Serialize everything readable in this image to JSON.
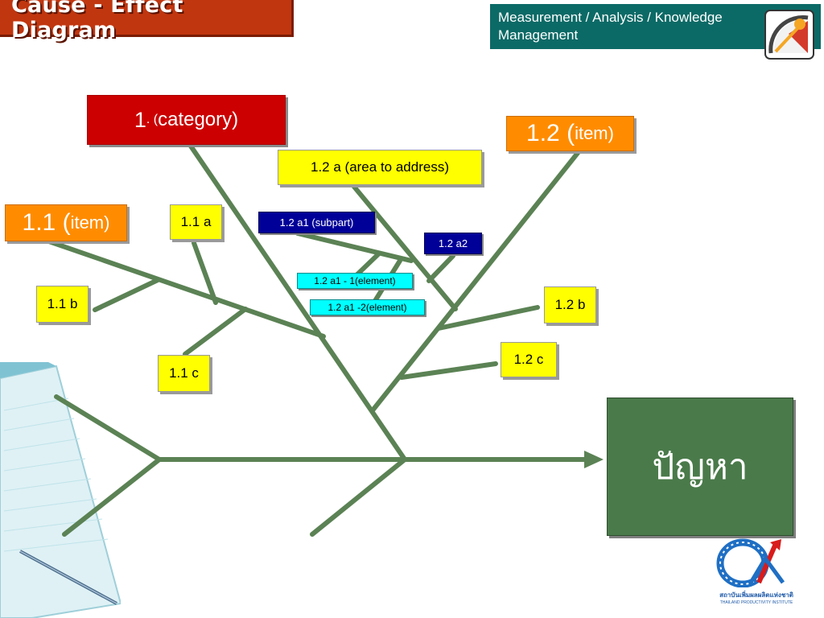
{
  "header": {
    "title": "Cause - Effect  Diagram",
    "subtitle": "Measurement / Analysis / Knowledge Management"
  },
  "problem": {
    "label": "ปัญหา"
  },
  "category": {
    "number": "1",
    "suffix": ". (",
    "label": "category)"
  },
  "items": {
    "item_1_1": {
      "number": "1.1 (",
      "label": "item)"
    },
    "item_1_2": {
      "number": "1.2 (",
      "label": "item)"
    }
  },
  "areas": {
    "a_1_1_a": "1.1 a",
    "a_1_1_b": "1.1 b",
    "a_1_1_c": "1.1 c",
    "a_1_2_a": "1.2 a  (area to address)",
    "a_1_2_b": "1.2 b",
    "a_1_2_c": "1.2 c"
  },
  "subparts": {
    "a1": "1.2 a1   (subpart)",
    "a2": "1.2 a2"
  },
  "elements": {
    "e1": "1.2 a1 - 1(element)",
    "e2": "1.2 a1 -2(element)"
  },
  "logo": {
    "text_th": "สถาบันเพิ่มผลผลิตแห่งชาติ",
    "text_en": "THAILAND PRODUCTIVITY INSTITUTE"
  },
  "colors": {
    "bone": "#5b8254",
    "title_bg": "#c0360f",
    "header_bg": "#0c6a66",
    "problem_bg": "#4a7a4a",
    "category_bg": "#cc0000",
    "item_bg": "#ff8c00",
    "area_bg": "#ffff00",
    "subpart_bg": "#000099",
    "element_bg": "#00ffff"
  }
}
